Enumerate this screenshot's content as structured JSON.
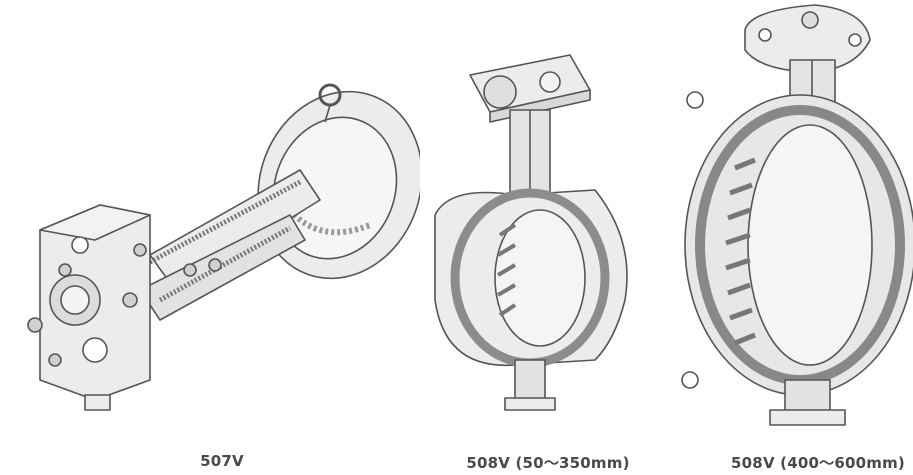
{
  "products": [
    {
      "label": "507V"
    },
    {
      "label": "508V (50～350mm)"
    },
    {
      "label": "508V (400～600mm)"
    }
  ],
  "colors": {
    "line": "#555555",
    "body": "#e9e9e9",
    "body_dark": "#cfcfcf",
    "caption": "#4a4a4a"
  }
}
